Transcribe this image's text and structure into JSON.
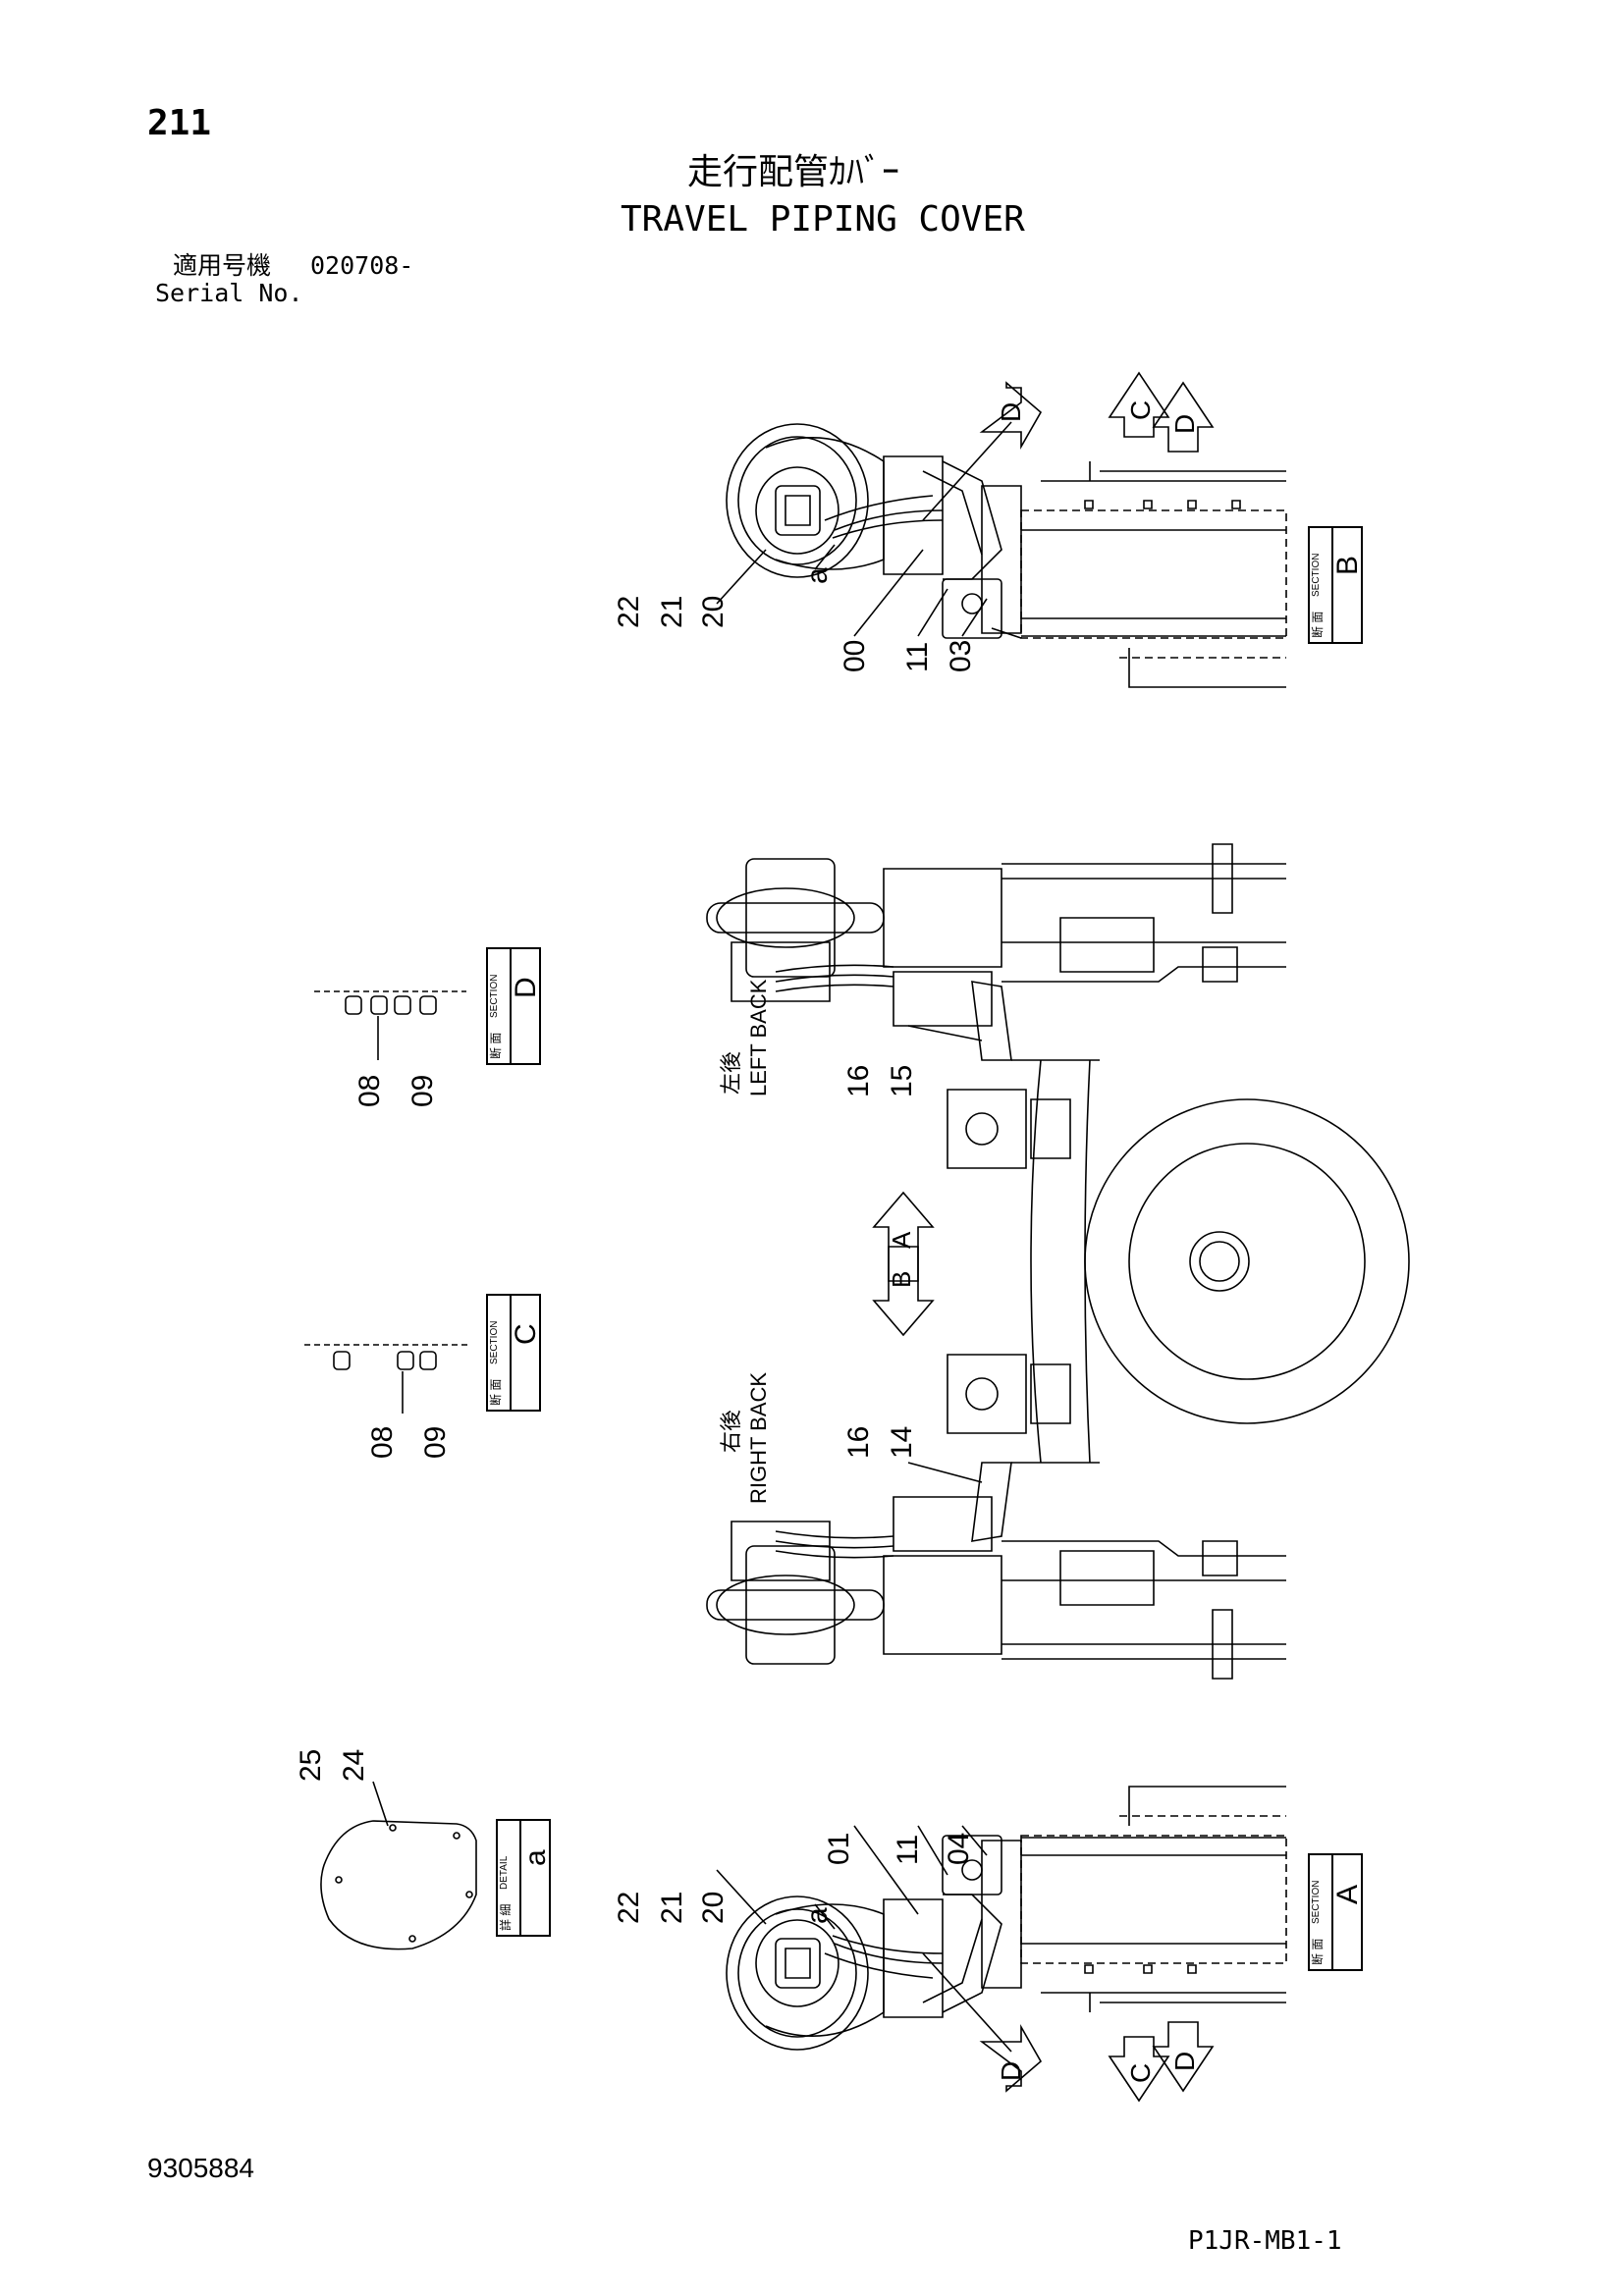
{
  "header": {
    "page_number": "211",
    "title_jp": "走行配管ｶﾊﾞｰ",
    "title_en": "TRAVEL PIPING COVER",
    "serial_label_jp": "適用号機",
    "serial_value": "020708-",
    "serial_label_en": "Serial No."
  },
  "footer": {
    "drawing_number": "9305884",
    "page_code": "P1JR-MB1-1"
  },
  "section_boxes": {
    "B": {
      "letter": "B",
      "label_jp": "断 面",
      "label_en": "SECTION"
    },
    "D": {
      "letter": "D",
      "label_jp": "断 面",
      "label_en": "SECTION"
    },
    "C": {
      "letter": "C",
      "label_jp": "断 面",
      "label_en": "SECTION"
    },
    "A": {
      "letter": "A",
      "label_jp": "断 面",
      "label_en": "SECTION"
    },
    "a": {
      "letter": "a",
      "label_jp": "詳 細",
      "label_en": "DETAIL"
    }
  },
  "part_callouts": {
    "b_left": [
      "22",
      "21",
      "20"
    ],
    "b_detail": "a",
    "b_bottom": [
      "00",
      "11",
      "03"
    ],
    "d_parts": [
      "08",
      "09"
    ],
    "c_parts": [
      "08",
      "09"
    ],
    "left_back_parts": [
      "16",
      "15"
    ],
    "right_back_parts": [
      "16",
      "14"
    ],
    "detail_a_parts": [
      "25",
      "24"
    ],
    "a_top": [
      "01",
      "11",
      "04"
    ],
    "a_left": [
      "22",
      "21",
      "20"
    ],
    "a_detail": "a"
  },
  "view_labels": {
    "left_back_jp": "左後",
    "left_back_en": "LEFT BACK",
    "right_back_jp": "右後",
    "right_back_en": "RIGHT BACK"
  },
  "arrow_labels": {
    "b_d": "D",
    "b_c": "C",
    "b_d2": "D",
    "mid_a": "A",
    "mid_b": "B",
    "a_d": "D",
    "a_c": "C",
    "a_d2": "D"
  }
}
